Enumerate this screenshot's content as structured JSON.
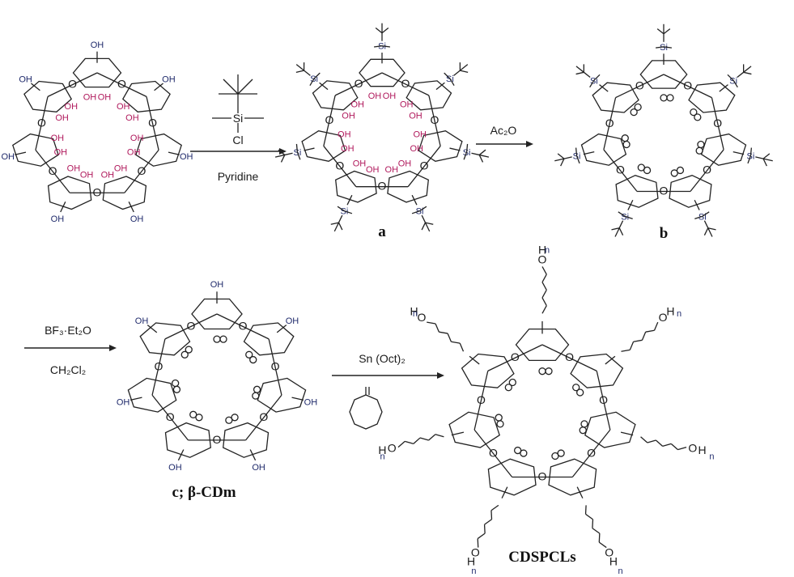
{
  "figure": {
    "reagents": {
      "step1_reagent": "Si",
      "step1_leaving": "Cl",
      "step1_solvent": "Pyridine",
      "step2": "Ac₂O",
      "step3_reagent": "BF₃·Et₂O",
      "step3_solvent": "CH₂Cl₂",
      "step4_catalyst": "Sn (Oct)₂"
    },
    "labels": {
      "a": "a",
      "b": "b",
      "c": "c; β-CDm",
      "final": "CDSPCLs"
    },
    "groups": {
      "hydroxyl": "OH",
      "hydroxyl_left": "HO",
      "silyl": "Si",
      "oxygen": "O",
      "chain_end": "H",
      "repeat": "n"
    },
    "colors": {
      "secondary_oh": "#b0195c",
      "primary_oh": "#1f2a6b",
      "bonds": "#222222"
    }
  }
}
